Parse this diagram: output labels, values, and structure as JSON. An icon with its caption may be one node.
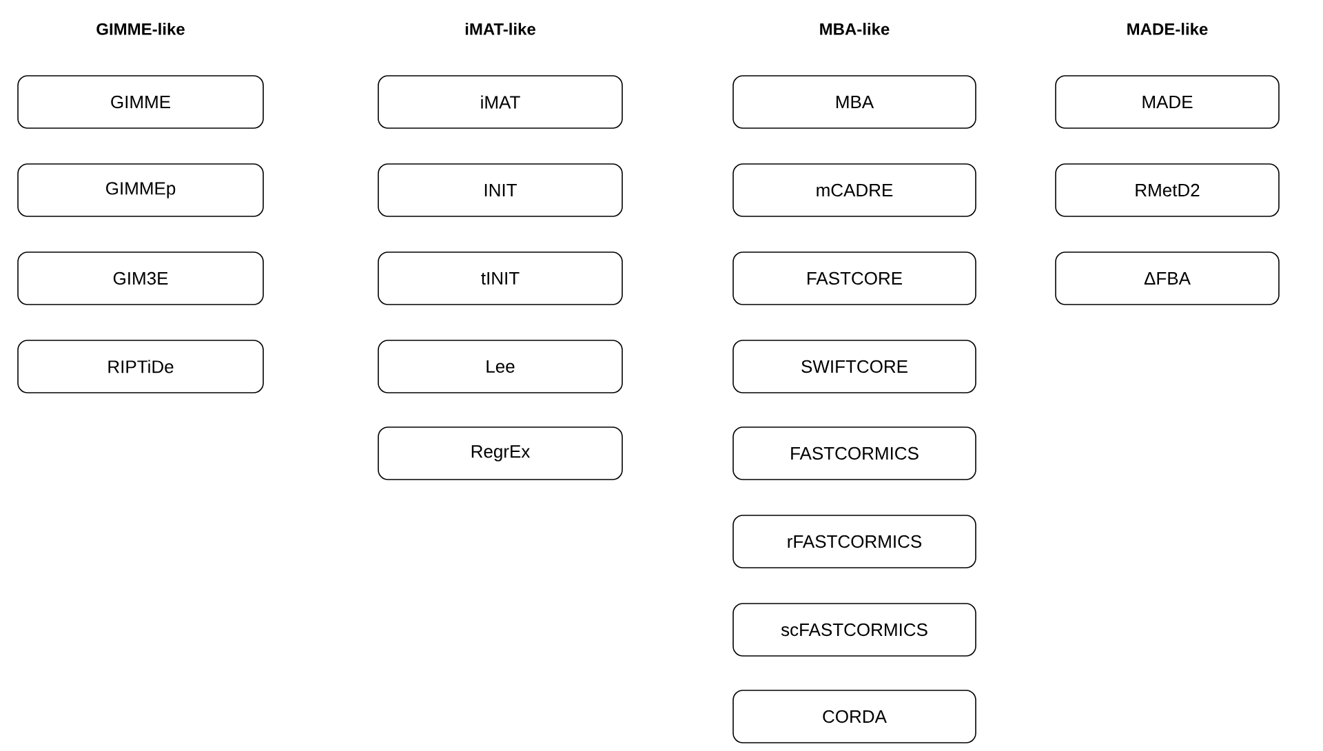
{
  "diagram": {
    "nodes": [
      {
        "text": [
          "GIMME"
        ]
      },
      {
        "text": [
          "GIMMEp"
        ]
      },
      {
        "text": [
          "GIM3E"
        ]
      },
      {
        "text": [
          "RIPTiDe"
        ]
      },
      {
        "text": [
          "iMAT"
        ]
      },
      {
        "text": [
          "INIT"
        ]
      },
      {
        "text": [
          "tINIT"
        ]
      },
      {
        "text": [
          "Lee"
        ]
      },
      {
        "text": [
          "RegrEx"
        ]
      },
      {
        "text": [
          "MBA"
        ]
      },
      {
        "text": [
          "mCADRE"
        ]
      },
      {
        "text": [
          "FASTCORE"
        ]
      },
      {
        "text": [
          "SWIFTCORE"
        ]
      },
      {
        "text": [
          "FASTCORMICS"
        ]
      },
      {
        "text": [
          "rFASTCORMICS"
        ]
      },
      {
        "text": [
          "scFASTCORMICS"
        ]
      },
      {
        "text": [
          "CORDA"
        ]
      },
      {
        "text": [
          "MADE"
        ]
      },
      {
        "text": [
          "RMetD2"
        ]
      },
      {
        "text": [
          "ΔFBA"
        ]
      }
    ],
    "labels": [
      "GIMME-like",
      "iMAT-like",
      "MBA-like",
      "MADE-like"
    ]
  }
}
